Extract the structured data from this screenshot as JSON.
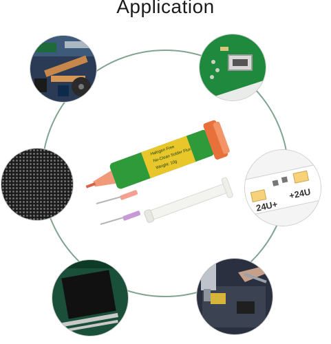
{
  "header": {
    "title": "Application"
  },
  "photos": [
    {
      "name": "laptop-motherboard-photo"
    },
    {
      "name": "usb-connector-pcb-photo"
    },
    {
      "name": "bga-chip-photo"
    },
    {
      "name": "led-strip-photo"
    },
    {
      "name": "qfp-ic-chip-photo"
    },
    {
      "name": "soldering-repair-photo"
    }
  ],
  "product": {
    "syringe_label_1": "Halogen Free",
    "syringe_label_2": "No-Clean Solder Flux",
    "syringe_label_3": "Weight: 10g",
    "led_left_label": "24U+",
    "led_right_label": "+24U"
  },
  "colors": {
    "ring": "#7fa38f",
    "syringe_green": "#2f9a3a",
    "syringe_yellow": "#e9c72a",
    "cap_orange": "#e8703a"
  }
}
